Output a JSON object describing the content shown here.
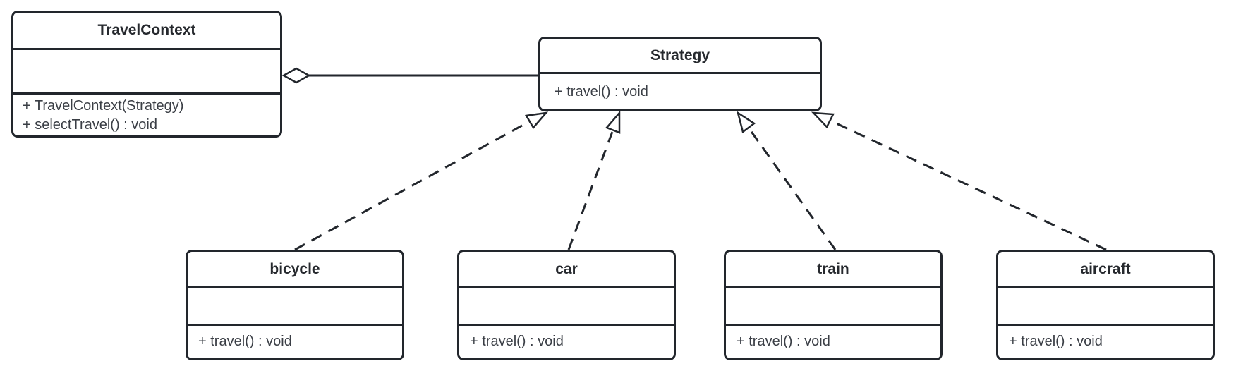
{
  "diagram": {
    "kind": "uml-class-diagram",
    "classes": {
      "travel_context": {
        "name": "TravelContext",
        "attributes": [],
        "methods": [
          "+ TravelContext(Strategy)",
          "+ selectTravel() : void"
        ]
      },
      "strategy": {
        "name": "Strategy",
        "methods": [
          "+ travel() : void"
        ]
      },
      "bicycle": {
        "name": "bicycle",
        "attributes": [],
        "methods": [
          "+ travel() : void"
        ]
      },
      "car": {
        "name": "car",
        "attributes": [],
        "methods": [
          "+ travel() : void"
        ]
      },
      "train": {
        "name": "train",
        "attributes": [],
        "methods": [
          "+ travel() : void"
        ]
      },
      "aircraft": {
        "name": "aircraft",
        "attributes": [],
        "methods": [
          "+ travel() : void"
        ]
      }
    },
    "relationships": [
      {
        "from": "TravelContext",
        "to": "Strategy",
        "type": "aggregation",
        "line": "solid",
        "marker": "open-diamond",
        "marker_at": "TravelContext"
      },
      {
        "from": "bicycle",
        "to": "Strategy",
        "type": "realization",
        "line": "dashed",
        "marker": "open-triangle",
        "marker_at": "Strategy"
      },
      {
        "from": "car",
        "to": "Strategy",
        "type": "realization",
        "line": "dashed",
        "marker": "open-triangle",
        "marker_at": "Strategy"
      },
      {
        "from": "train",
        "to": "Strategy",
        "type": "realization",
        "line": "dashed",
        "marker": "open-triangle",
        "marker_at": "Strategy"
      },
      {
        "from": "aircraft",
        "to": "Strategy",
        "type": "realization",
        "line": "dashed",
        "marker": "open-triangle",
        "marker_at": "Strategy"
      }
    ],
    "colors": {
      "stroke": "#22262c",
      "title_text": "#26292e",
      "method_text": "#3a3e45",
      "background": "#ffffff"
    }
  }
}
